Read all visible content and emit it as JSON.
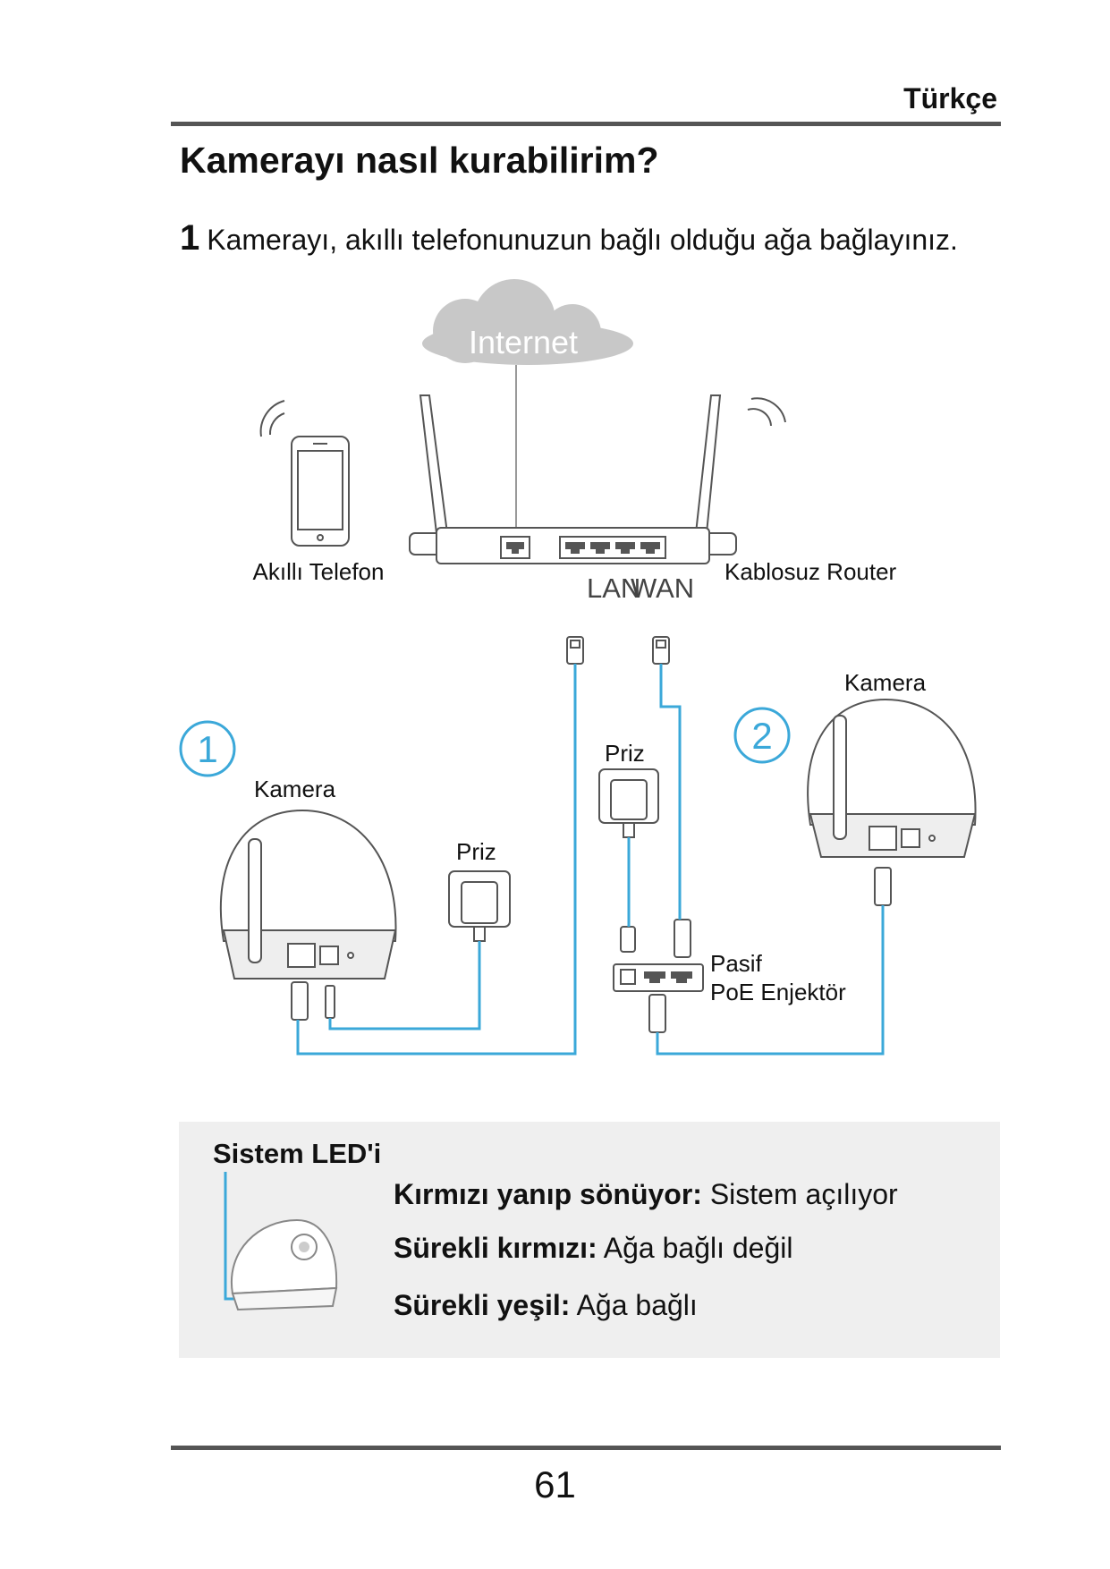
{
  "header": {
    "language": "Türkçe"
  },
  "title": "Kamerayı nasıl kurabilirim?",
  "step": {
    "number": "1",
    "text": "Kamerayı, akıllı telefonunuzun bağlı olduğu ağa bağlayınız."
  },
  "diagram": {
    "internet": "Internet",
    "smartphone": "Akıllı Telefon",
    "router": "Kablosuz Router",
    "lan": "LAN",
    "wan": "WAN",
    "option1": "1",
    "option2": "2",
    "camera1": "Kamera",
    "camera2": "Kamera",
    "outlet1": "Priz",
    "outlet2": "Priz",
    "poe_line1": "Pasif",
    "poe_line2": "PoE Enjektör",
    "cable_color": "#3ba8d9"
  },
  "led": {
    "title": "Sistem LED'i",
    "items": [
      {
        "label": "Kırmızı yanıp sönüyor:",
        "text": " Sistem açılıyor"
      },
      {
        "label": "Sürekli kırmızı:",
        "text": " Ağa bağlı değil"
      },
      {
        "label": "Sürekli yeşil:",
        "text": " Ağa bağlı"
      }
    ]
  },
  "page_number": "61"
}
